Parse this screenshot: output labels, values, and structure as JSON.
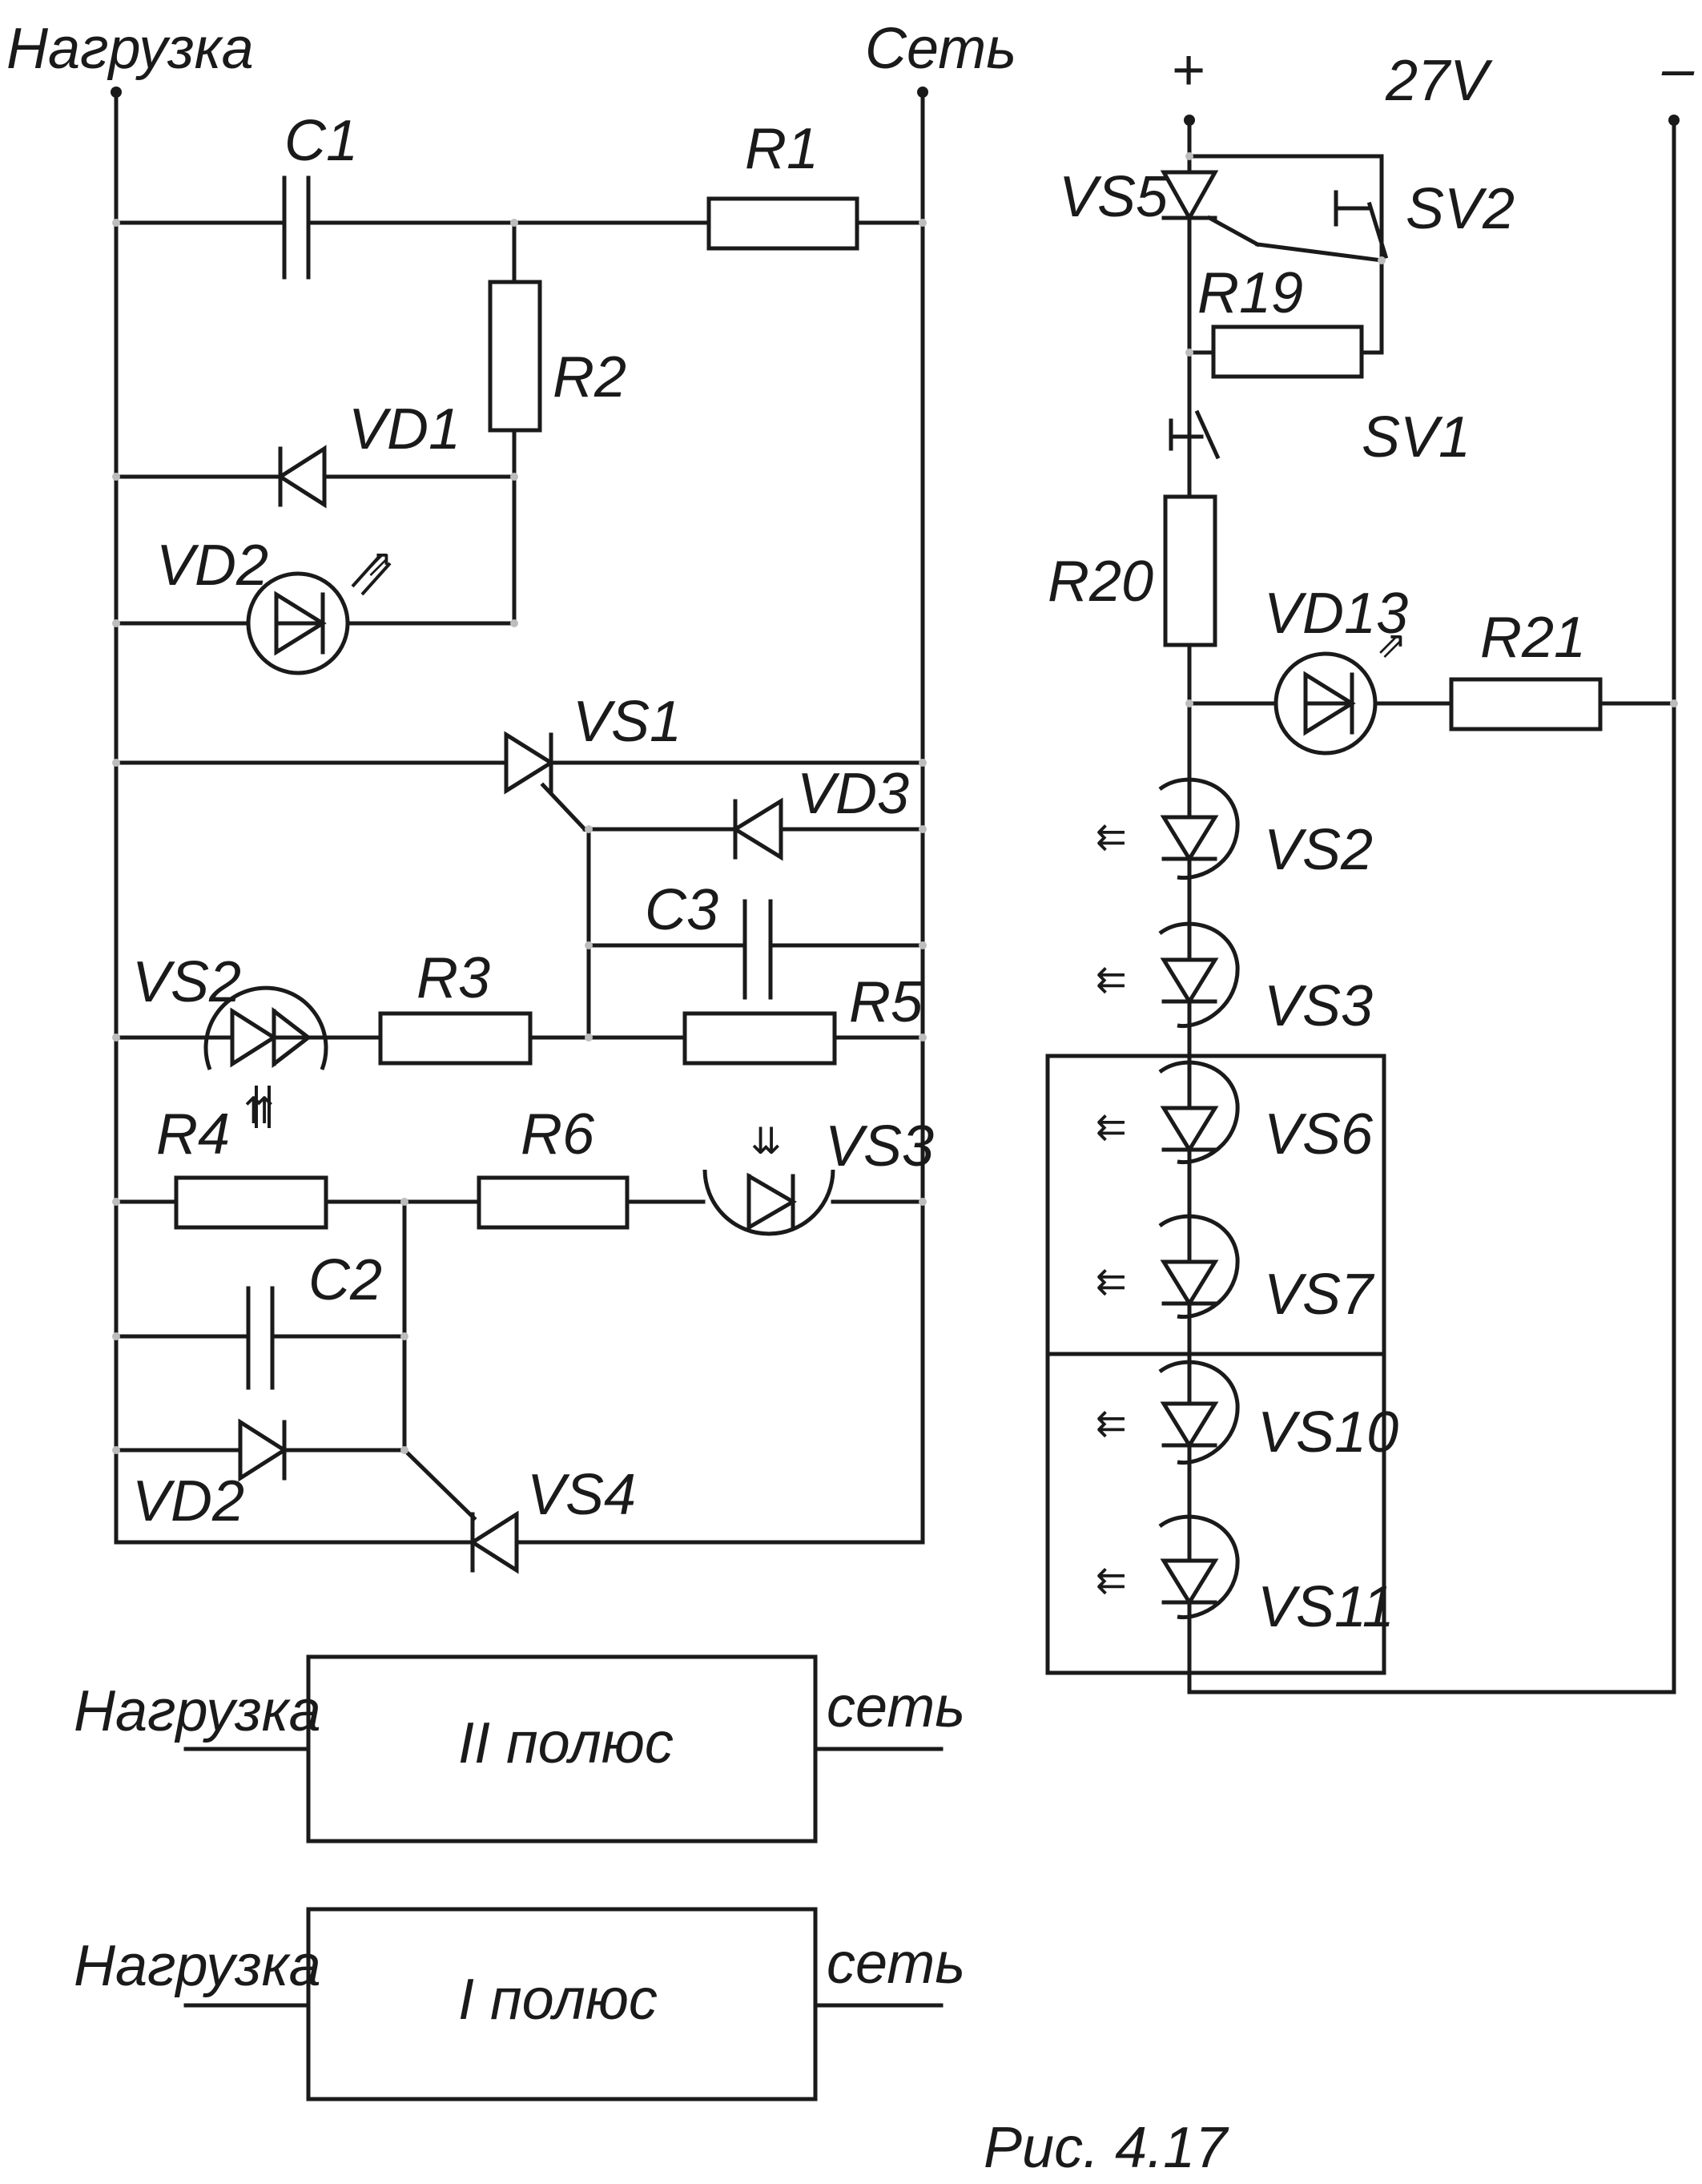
{
  "figure": {
    "caption": "Рис. 4.17"
  },
  "left_circuit": {
    "terminal_load": "Нагрузка",
    "terminal_net": "Сеть",
    "components": {
      "c1": "C1",
      "r1": "R1",
      "r2": "R2",
      "vd1": "VD1",
      "vd2_top": "VD2",
      "vs1": "VS1",
      "vd3": "VD3",
      "c3": "C3",
      "vs2": "VS2",
      "r3": "R3",
      "r5": "R5",
      "r4": "R4",
      "r6": "R6",
      "vs3": "VS3",
      "c2": "C2",
      "vd2_bottom": "VD2",
      "vs4": "VS4"
    }
  },
  "right_circuit": {
    "plus": "+",
    "voltage": "27V",
    "minus": "–",
    "components": {
      "vs5": "VS5",
      "sv2": "SV2",
      "r19": "R19",
      "sv1": "SV1",
      "r20": "R20",
      "vd13": "VD13",
      "r21": "R21",
      "vs2": "VS2",
      "vs3": "VS3",
      "vs6": "VS6",
      "vs7": "VS7",
      "vs10": "VS10",
      "vs11": "VS11"
    }
  },
  "blocks": [
    {
      "label": "II полюс",
      "left": "Нагрузка",
      "right": "сеть"
    },
    {
      "label": "I полюс",
      "left": "Нагрузка",
      "right": "сеть"
    }
  ],
  "icons": {
    "led_emitting": "double-arrow-out-icon",
    "opto_receiving": "double-arrow-in-icon"
  }
}
